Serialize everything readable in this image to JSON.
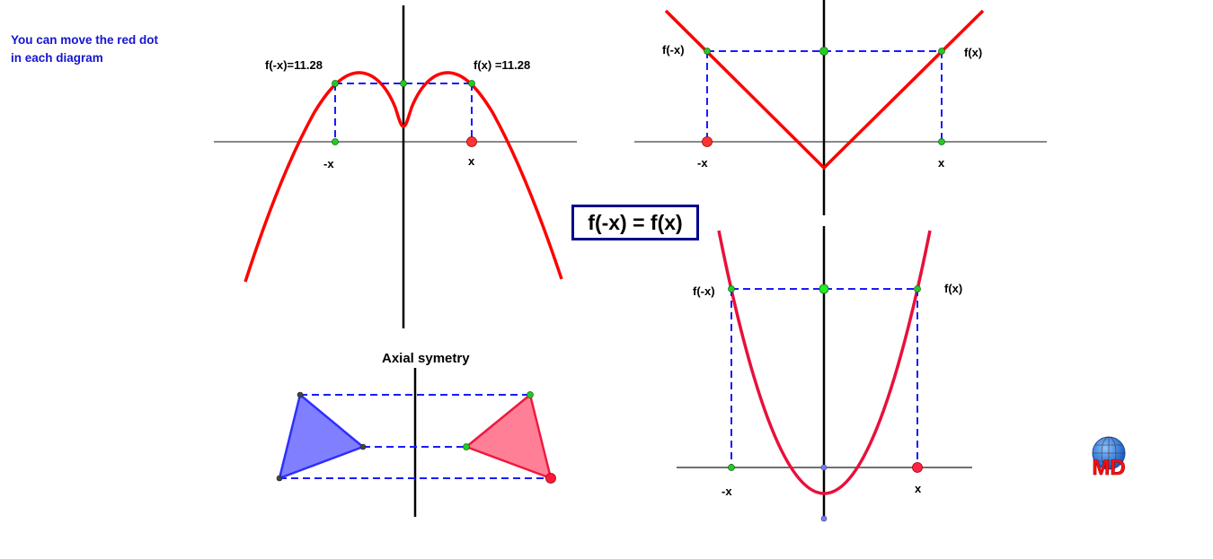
{
  "instructions": {
    "line1": "You can move the red dot",
    "line2": "in each diagram"
  },
  "formula": "f(-x) = f(x)",
  "colors": {
    "curve": "#ff0000",
    "curve_pink": "#e8103c",
    "dashed": "#1a1aff",
    "point_green": "#22cc22",
    "point_red": "#ff3333",
    "axis": "#000000",
    "x_axis": "#606060",
    "formula_border": "#00008c",
    "triangle_blue_fill": "#7f7fff",
    "triangle_blue_stroke": "#2e2eff",
    "triangle_red_fill": "#ff8096",
    "triangle_red_stroke": "#f01840"
  },
  "diagram_quartic": {
    "label_f_neg": "f(-x)=11.28",
    "label_f_pos": "f(x) =11.28",
    "label_neg_x": "-x",
    "label_x": "x",
    "value": 11.28
  },
  "diagram_abs": {
    "label_f_neg": "f(-x)",
    "label_f_pos": "f(x)",
    "label_neg_x": "-x",
    "label_x": "x"
  },
  "diagram_parabola": {
    "label_f_neg": "f(-x)",
    "label_f_pos": "f(x)",
    "label_neg_x": "-x",
    "label_x": "x"
  },
  "diagram_axial": {
    "title": "Axial symetry"
  },
  "logo": {
    "text": "MD",
    "icon": "globe-logo-icon"
  }
}
